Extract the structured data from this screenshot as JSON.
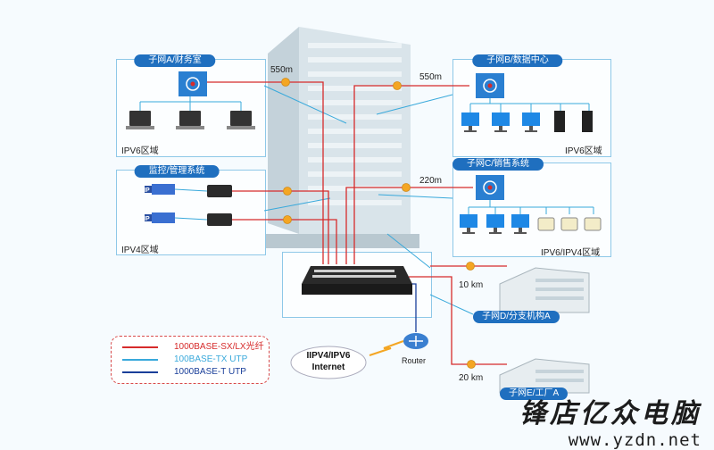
{
  "subnets": {
    "a": {
      "title": "子网A/财务室",
      "zone": "IPV6区域"
    },
    "b": {
      "title": "子网B/数据中心",
      "zone": "IPV6区域"
    },
    "monitor": {
      "title": "监控/管理系统",
      "zone": "IPV4区域"
    },
    "c": {
      "title": "子网C/销售系统",
      "zone": "IPV6/IPV4区域"
    },
    "d": {
      "title": "子网D/分支机构A"
    },
    "e": {
      "title": "子网E/工厂A"
    }
  },
  "distances": {
    "a": "550m",
    "b": "550m",
    "c": "220m",
    "d": "10 km",
    "e": "20 km"
  },
  "camera_tag": "IP",
  "phone_tag": "IP",
  "internet": {
    "line1": "IIPV4/IPV6",
    "line2": "Internet"
  },
  "router_label": "Router",
  "legend": [
    {
      "label": "1000BASE-SX/LX光纤",
      "color": "#d62b2b"
    },
    {
      "label": "100BASE-TX UTP",
      "color": "#39a9db"
    },
    {
      "label": "1000BASE-T UTP",
      "color": "#1a3f9a"
    }
  ],
  "watermark": {
    "title": "锋店亿众电脑",
    "url": "www.yzdn.net"
  },
  "colors": {
    "fiber": "#d62b2b",
    "utp100": "#39a9db",
    "utp1000": "#1a3f9a",
    "accent": "#1f6fbf",
    "transceiver": "#f4a623"
  }
}
